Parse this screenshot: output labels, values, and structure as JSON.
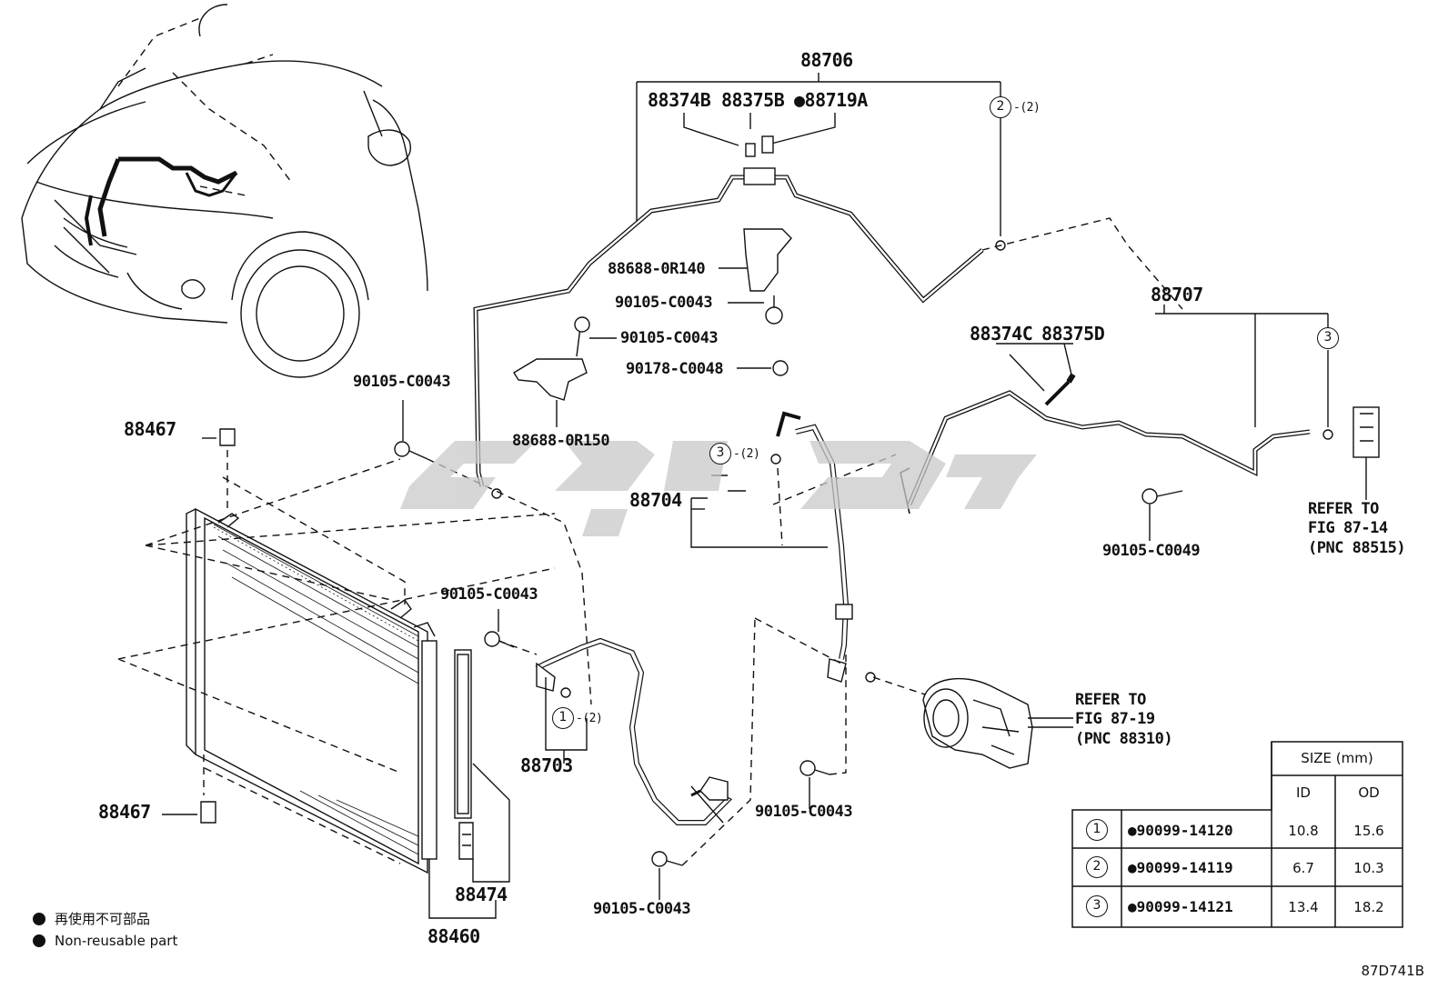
{
  "labels": {
    "p88706": "88706",
    "p88374B": "88374B",
    "p88375B": "88375B",
    "p88719A": "●88719A",
    "p88688_0R140": "88688-0R140",
    "p90105_c0043_a": "90105-C0043",
    "p90105_c0043_b": "90105-C0043",
    "p90105_c0043_c": "90105-C0043",
    "p90105_c0043_d": "90105-C0043",
    "p90105_c0043_e": "90105-C0043",
    "p90105_c0043_f": "90105-C0043",
    "p90178_C0048": "90178-C0048",
    "p88688_0R150": "88688-0R150",
    "p88707": "88707",
    "p88374C": "88374C",
    "p88375D": "88375D",
    "p88467_top": "88467",
    "p88467_bottom": "88467",
    "p88704": "88704",
    "p88703": "88703",
    "p88474": "88474",
    "p88460": "88460",
    "p90105_C0049": "90105-C0049",
    "refer_fig_87_14": [
      "REFER TO",
      "FIG 87-14",
      "(PNC 88515)"
    ],
    "refer_fig_87_19": [
      "REFER TO",
      "FIG 87-19",
      "(PNC 88310)"
    ],
    "qty_2_top": "-(2)",
    "qty_2_mid": "-(2)",
    "qty_2_low": "-(2)"
  },
  "circle_refs": {
    "one": "1",
    "two": "2",
    "three": "3"
  },
  "legend": {
    "line1": "再使用不可部品",
    "line2": "Non-reusable part"
  },
  "size_table": {
    "header": "SIZE (mm)",
    "col_id": "ID",
    "col_od": "OD",
    "rows": [
      {
        "ref": "1",
        "part": "●90099-14120",
        "id": "10.8",
        "od": "15.6"
      },
      {
        "ref": "2",
        "part": "●90099-14119",
        "id": "6.7",
        "od": "10.3"
      },
      {
        "ref": "3",
        "part": "●90099-14121",
        "id": "13.4",
        "od": "18.2"
      }
    ]
  },
  "diagram_id": "87D741B",
  "colors": {
    "ink": "#111111",
    "watermark": "#c9c9c9"
  }
}
